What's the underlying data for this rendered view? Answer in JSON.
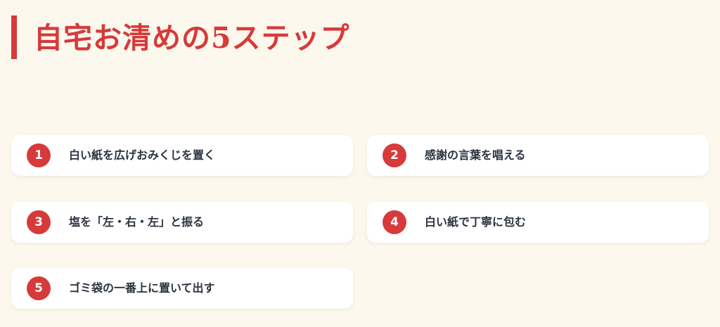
{
  "title": "自宅お清めの5ステップ",
  "colors": {
    "accent": "#d63a3a",
    "background": "#fdf8ee",
    "card": "#ffffff",
    "text": "#2b3340"
  },
  "steps": [
    {
      "number": "1",
      "text": "白い紙を広げおみくじを置く"
    },
    {
      "number": "2",
      "text": "感謝の言葉を唱える"
    },
    {
      "number": "3",
      "text": "塩を「左・右・左」と振る"
    },
    {
      "number": "4",
      "text": "白い紙で丁寧に包む"
    },
    {
      "number": "5",
      "text": "ゴミ袋の一番上に置いて出す"
    }
  ]
}
